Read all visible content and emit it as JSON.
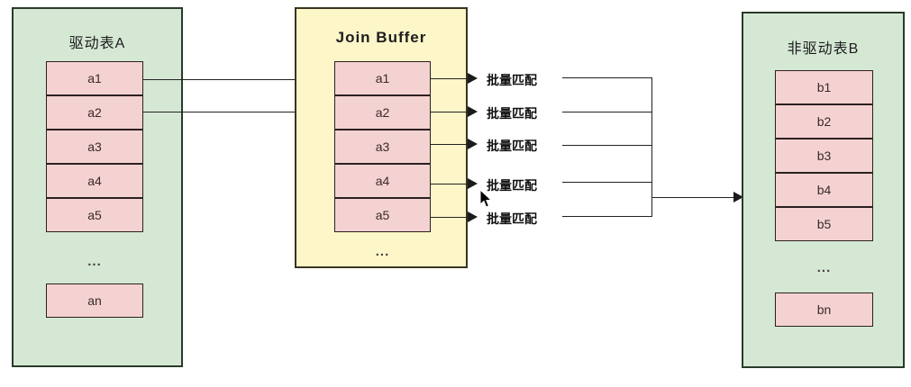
{
  "diagram": {
    "title_driving_table": "驱动表A",
    "title_join_buffer": "Join Buffer",
    "title_non_driving_table": "非驱动表B",
    "ellipsis": "...",
    "colors": {
      "table_fill": "#d5e8d4",
      "buffer_fill": "#fcf6c8",
      "row_fill": "#f5d2d2",
      "stroke": "#2b3a2b",
      "line": "#222222",
      "background": "#ffffff"
    }
  },
  "driving_table": {
    "label": "驱动表A",
    "rows": [
      "a1",
      "a2",
      "a3",
      "a4",
      "a5"
    ],
    "tail_row": "an",
    "gap_marker": "..."
  },
  "join_buffer": {
    "label": "Join Buffer",
    "rows": [
      "a1",
      "a2",
      "a3",
      "a4",
      "a5"
    ],
    "gap_marker": "..."
  },
  "non_driving_table": {
    "label": "非驱动表B",
    "rows": [
      "b1",
      "b2",
      "b3",
      "b4",
      "b5"
    ],
    "tail_row": "bn",
    "gap_marker": "..."
  },
  "match_labels": [
    "批量匹配",
    "批量匹配",
    "批量匹配",
    "批量匹配",
    "批量匹配"
  ]
}
